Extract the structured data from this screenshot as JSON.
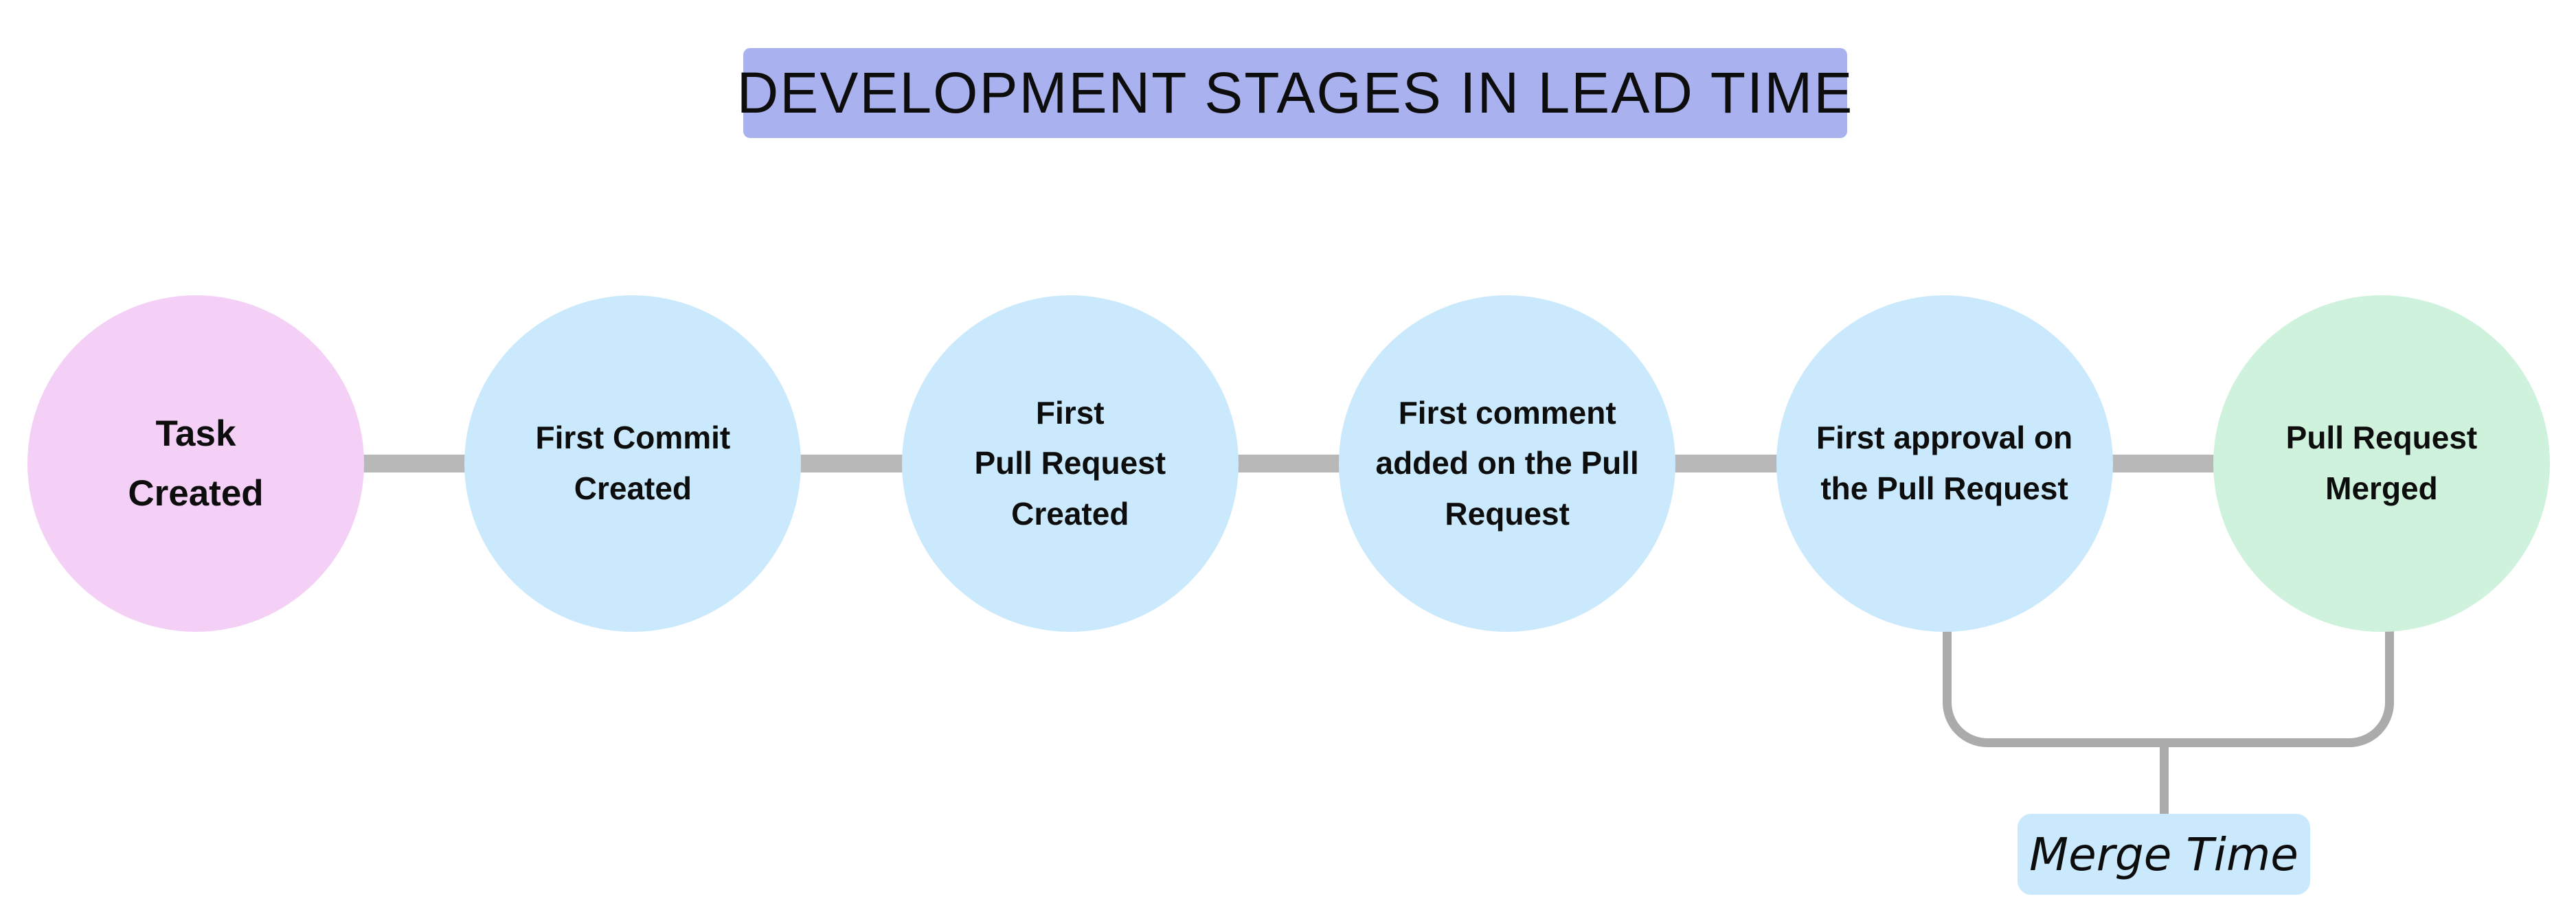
{
  "title": {
    "text": "DEVELOPMENT STAGES IN LEAD TIME",
    "background": "#a9b2ef"
  },
  "stages": [
    {
      "label": "Task\nCreated",
      "color": "#f4d0f7"
    },
    {
      "label": "First Commit\nCreated",
      "color": "#cae9fc"
    },
    {
      "label": "First\nPull Request\nCreated",
      "color": "#cae9fc"
    },
    {
      "label": "First comment\nadded on the Pull\nRequest",
      "color": "#cae9fc"
    },
    {
      "label": "First approval on\nthe Pull Request",
      "color": "#cae9fc"
    },
    {
      "label": "Pull Request\nMerged",
      "color": "#cff2dc"
    }
  ],
  "connector": {
    "color": "#b8b8b8"
  },
  "bracket": {
    "color": "#ababab",
    "label": "Merge Time",
    "label_background": "#cbe9fc"
  }
}
